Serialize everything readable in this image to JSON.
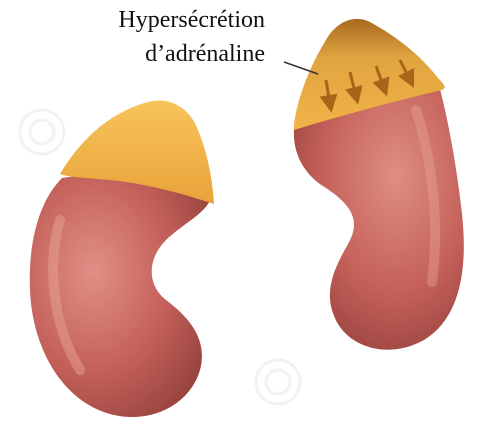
{
  "annotation": {
    "lines": [
      "Hypersécrétion",
      "d’adrénaline"
    ]
  },
  "colors": {
    "kidney_body": "#c4605a",
    "kidney_highlight": "#e89a8e",
    "kidney_shadow": "#8f3b38",
    "adrenal_gland": "#f2b347",
    "adrenal_dark": "#c8812a",
    "hyper_adrenal_top": "#b57420",
    "arrow": "#a8651a",
    "leader_line": "#333333",
    "watermark": "#e6e6e6"
  },
  "figure": {
    "kidneys": [
      {
        "id": "normal",
        "adrenal_state": "normal"
      },
      {
        "id": "affected",
        "adrenal_state": "hypersecretion"
      }
    ],
    "secretion_arrow_count": 4
  }
}
